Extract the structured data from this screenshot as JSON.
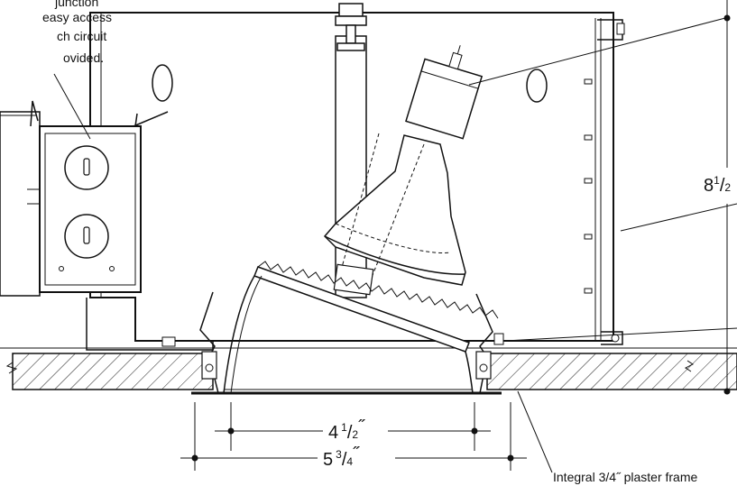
{
  "callouts": {
    "junction_box_lines": [
      "junction",
      "easy access",
      "ch circuit",
      "ovided."
    ],
    "plaster_frame": "Integral 3/4˝ plaster frame"
  },
  "dimensions": {
    "height": {
      "whole": "8",
      "numerator": "1",
      "denominator": "2"
    },
    "inner_width": {
      "whole": "4",
      "numerator": "1",
      "denominator": "2",
      "unit": "˝"
    },
    "outer_width": {
      "whole": "5",
      "numerator": "3",
      "denominator": "4",
      "unit": "˝"
    }
  }
}
